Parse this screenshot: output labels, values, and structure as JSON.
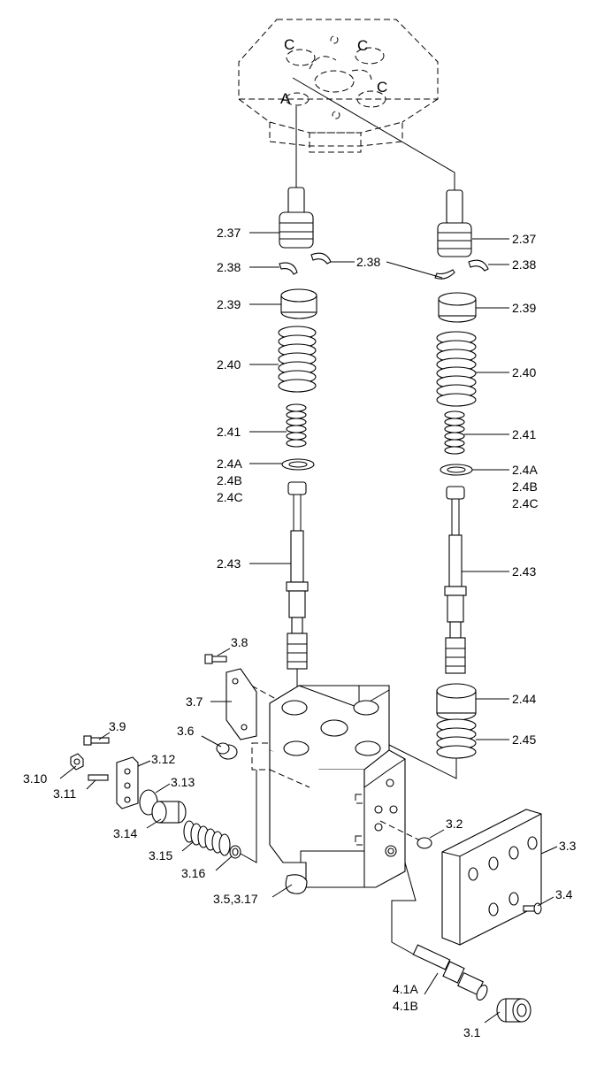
{
  "manifold_ports": {
    "a": "A",
    "c1": "C",
    "c2": "C",
    "c3": "C"
  },
  "labels": {
    "l_2_37": "2.37",
    "r_2_37": "2.37",
    "l_2_38": "2.38",
    "m_2_38": "2.38",
    "r_2_38": "2.38",
    "l_2_39": "2.39",
    "r_2_39": "2.39",
    "l_2_40": "2.40",
    "r_2_40": "2.40",
    "l_2_41": "2.41",
    "r_2_41": "2.41",
    "l_2_4a": "2.4A",
    "l_2_4b": "2.4B",
    "l_2_4c": "2.4C",
    "r_2_4a": "2.4A",
    "r_2_4b": "2.4B",
    "r_2_4c": "2.4C",
    "l_2_43": "2.43",
    "r_2_43": "2.43",
    "r_2_44": "2.44",
    "r_2_45": "2.45",
    "p_3_8": "3.8",
    "p_3_7": "3.7",
    "p_3_6": "3.6",
    "p_3_9": "3.9",
    "p_3_10": "3.10",
    "p_3_11": "3.11",
    "p_3_12": "3.12",
    "p_3_13": "3.13",
    "p_3_14": "3.14",
    "p_3_15": "3.15",
    "p_3_16": "3.16",
    "p_3_5": "3.5,3.17",
    "p_3_2": "3.2",
    "p_3_3": "3.3",
    "p_3_4": "3.4",
    "p_4_1a": "4.1A",
    "p_4_1b": "4.1B",
    "p_3_1": "3.1"
  }
}
